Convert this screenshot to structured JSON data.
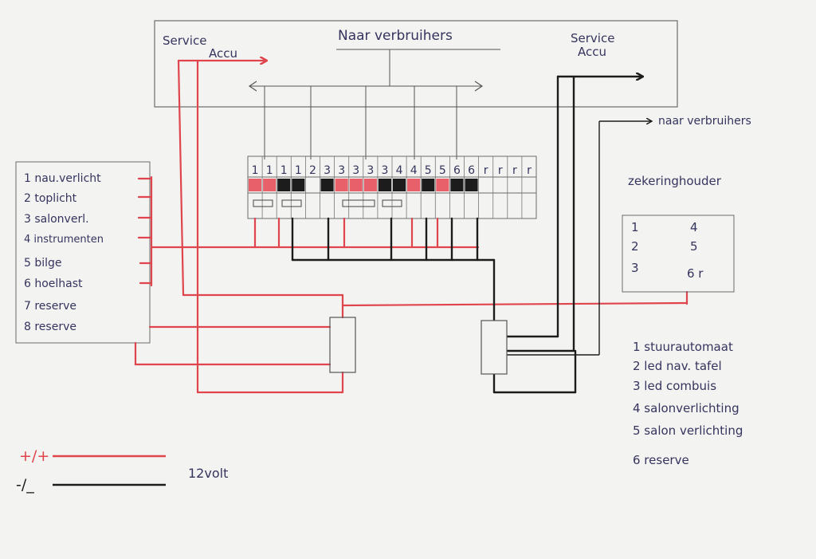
{
  "colors": {
    "paper": "#f3f3f1",
    "ink": "#34345e",
    "pencil": "#555555",
    "red_wire": "#e0444c",
    "black_wire": "#1c1c1c",
    "red_fill": "#e8606a"
  },
  "top_box": {
    "service_left_1": "Service",
    "service_left_2": "Accu",
    "center_title": "Naar verbruihers",
    "service_right_1": "Service",
    "service_right_2": "Accu"
  },
  "side_label": "naar verbruihers",
  "fuse_holder_label": "zekeringhouder",
  "left_box": {
    "items": [
      "1 nau.verlicht",
      "2 toplicht",
      "3 salonverl.",
      "4 instrumenten",
      "5 bilge",
      "6 hoelhast",
      "7 reserve",
      "8 reserve"
    ]
  },
  "fuse_strip": {
    "labels": [
      "1",
      "1",
      "1",
      "1",
      "2",
      "3",
      "3",
      "3",
      "3",
      "3",
      "4",
      "4",
      "5",
      "5",
      "6",
      "6",
      "r",
      "r",
      "r",
      "r"
    ]
  },
  "fuse_box": {
    "cells": [
      "1",
      "4",
      "2",
      "5",
      "3",
      "6 r"
    ]
  },
  "right_list": {
    "items": [
      "1 stuurautomaat",
      "2 led nav. tafel",
      "3 led combuis",
      "4 salonverlichting",
      "5 salon verlichting",
      "6 reserve"
    ]
  },
  "legend": {
    "plus": "+/+",
    "minus": "-/_",
    "voltage": "12volt"
  }
}
